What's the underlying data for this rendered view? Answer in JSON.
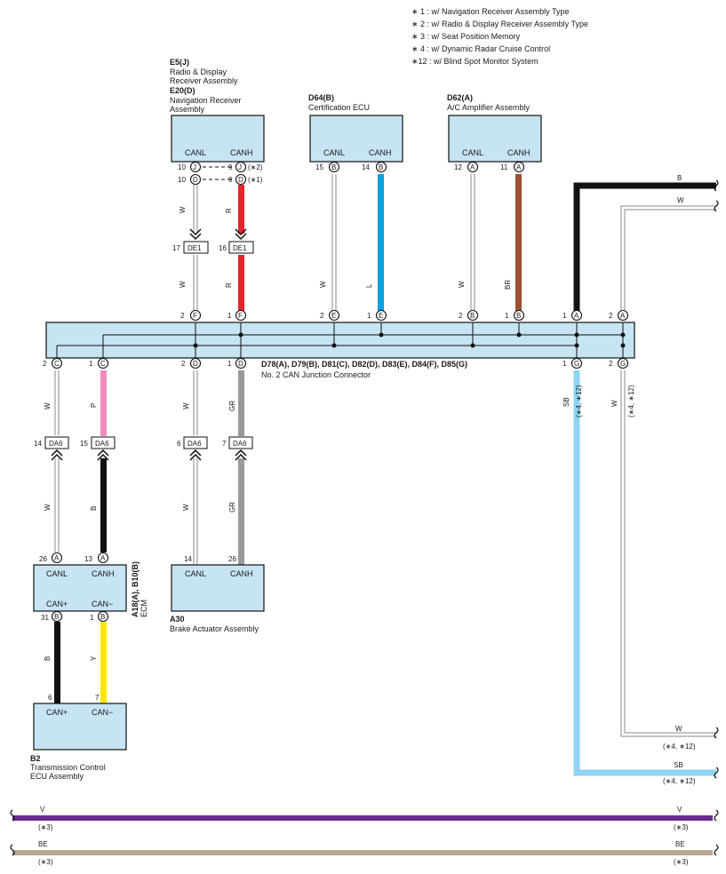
{
  "notes": [
    "∗ 1 : w/ Navigation Receiver Assembly Type",
    "∗ 2 : w/ Radio & Display Receiver Assembly Type",
    "∗ 3 : w/ Seat Position Memory",
    "∗ 4 : w/ Dynamic Radar Cruise Control",
    "∗12 : w/ Blind Spot Monitor System"
  ],
  "components": {
    "e5": {
      "code": "E5(J)",
      "name_line1": "Radio & Display",
      "name_line2": "Receiver Assembly",
      "code2": "E20(D)",
      "name2_line1": "Navigation Receiver",
      "name2_line2": "Assembly",
      "pin_l": "CANL",
      "pin_h": "CANH"
    },
    "d64": {
      "code": "D64(B)",
      "name": "Certification ECU",
      "pin_l": "CANL",
      "pin_h": "CANH"
    },
    "d62": {
      "code": "D62(A)",
      "name": "A/C Amplifier Assembly",
      "pin_l": "CANL",
      "pin_h": "CANH"
    },
    "junction": {
      "code": "D78(A), D79(B), D81(C), D82(D), D83(E), D84(F), D85(G)",
      "name": "No.  2 CAN Junction Connector"
    },
    "ecm": {
      "code": "A18(A), B10(B)",
      "name": "ECM",
      "pin_l": "CANL",
      "pin_h": "CANH",
      "pin_p": "CAN+",
      "pin_m": "CAN−"
    },
    "a30": {
      "code": "A30",
      "name": "Brake Actuator Assembly",
      "pin_l": "CANL",
      "pin_h": "CANH"
    },
    "b2": {
      "code": "B2",
      "name_line1": "Transmission Control",
      "name_line2": "ECU Assembly",
      "pin_p": "CAN+",
      "pin_m": "CAN−"
    }
  },
  "pins": {
    "e5_10j": "10",
    "e5_9j": "9",
    "e5_10d": "10",
    "e5_9d": "9",
    "J": "J",
    "D": "D",
    "cond2": "(∗2)",
    "cond1": "(∗1)",
    "de1_17": "17",
    "de1_16": "16",
    "de1": "DE1",
    "d64_15": "15",
    "d64_14": "14",
    "B": "B",
    "d62_12": "12",
    "d62_11": "11",
    "A": "A",
    "jf2": "2",
    "jf1": "1",
    "F": "F",
    "je2": "2",
    "je1": "1",
    "E": "E",
    "jb2": "2",
    "jb1": "1",
    "ja1": "1",
    "ja2": "2",
    "jc2": "2",
    "jc1": "1",
    "C": "C",
    "jd2": "2",
    "jd1": "1",
    "jg1": "1",
    "jg2": "2",
    "G": "G",
    "da6_14": "14",
    "da6_15": "15",
    "da6_6": "6",
    "da6_7": "7",
    "da6": "DA6",
    "ecm_26": "26",
    "ecm_13": "13",
    "ecm_31": "31",
    "ecm_1": "1",
    "a30_14": "14",
    "a30_26": "26",
    "b2_6": "6",
    "b2_7": "7"
  },
  "wires": {
    "w": "W",
    "r": "R",
    "l": "L",
    "br": "BR",
    "b": "B",
    "p": "P",
    "gr": "GR",
    "sb": "SB",
    "y": "Y",
    "v": "V",
    "be": "BE",
    "cond_4_12": "(∗4, ∗12)",
    "cond_3": "(∗3)"
  },
  "colors": {
    "box_fill": "#c6e4f2",
    "red": "#e8232e",
    "blue": "#0aa2e0",
    "brown": "#9a5230",
    "black": "#111111",
    "pink": "#f08cbd",
    "gray": "#9a9a9a",
    "skyblue": "#8fd4f2",
    "yellow": "#ffe600",
    "purple": "#6a2a8e",
    "beige": "#b9a592"
  }
}
